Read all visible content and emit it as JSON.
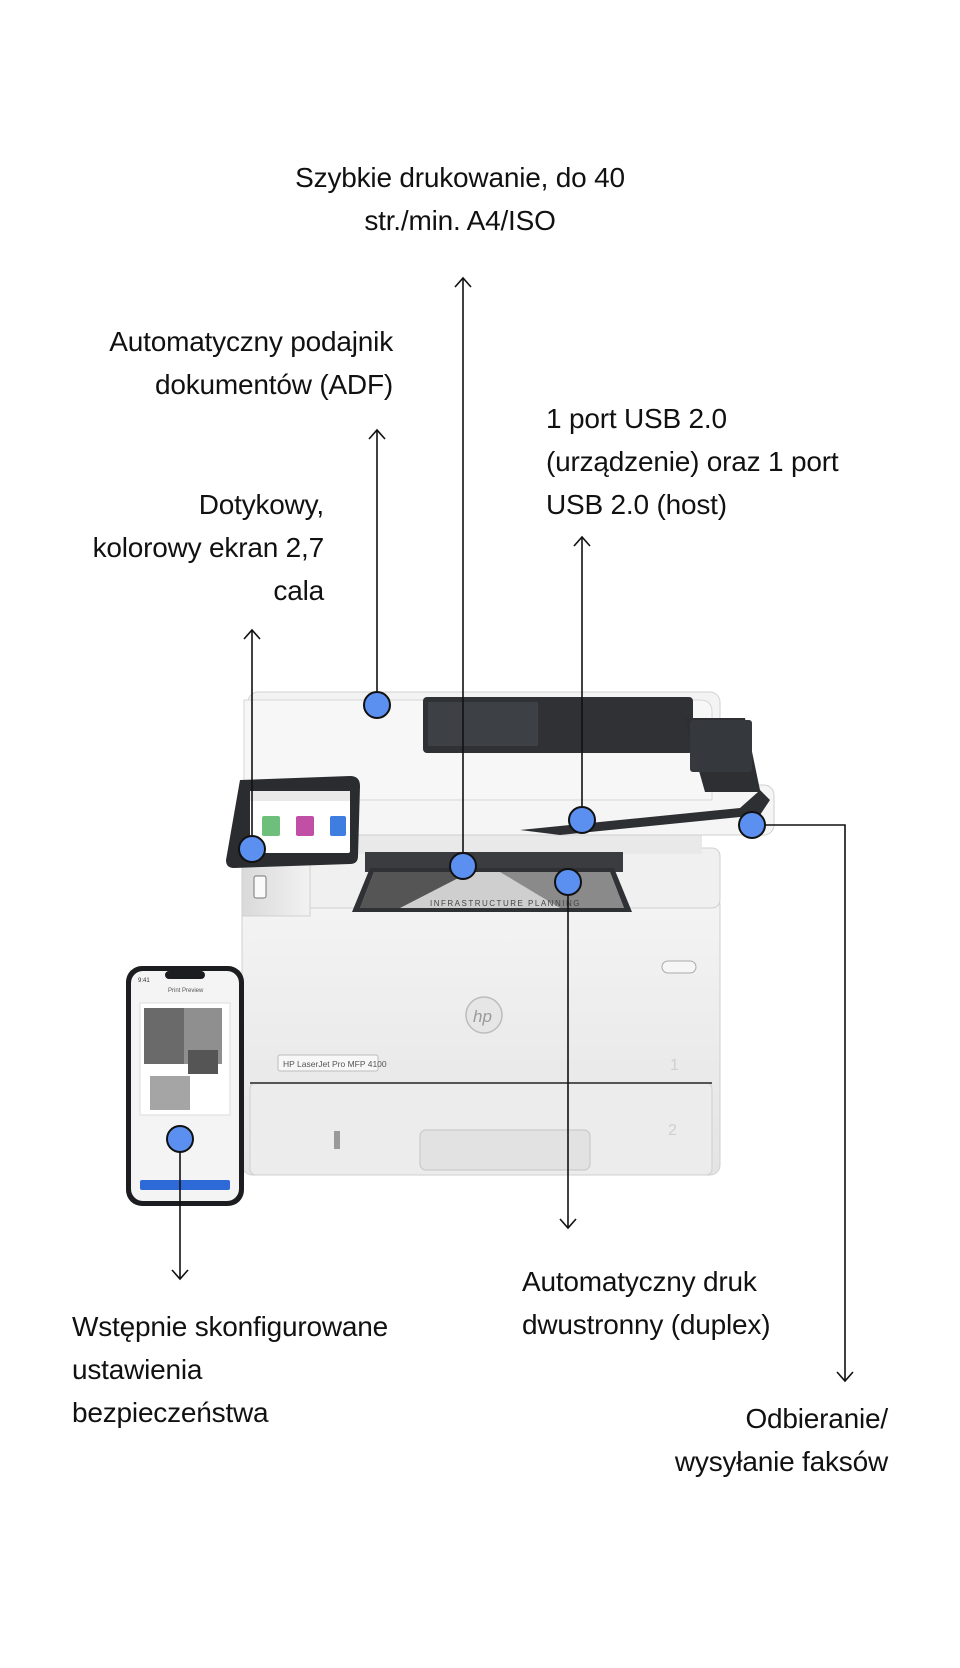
{
  "callouts": {
    "speed": [
      "Szybkie drukowanie, do 40",
      "str./min. A4/ISO"
    ],
    "adf": [
      "Automatyczny podajnik",
      "dokumentów (ADF)"
    ],
    "usb": [
      "1 port USB 2.0",
      "(urządzenie) oraz 1 port",
      "USB 2.0 (host)"
    ],
    "screen": [
      "Dotykowy,",
      "kolorowy ekran 2,7",
      "cala"
    ],
    "security": [
      "Wstępnie skonfigurowane",
      "ustawienia",
      "bezpieczeństwa"
    ],
    "duplex": [
      "Automatyczny druk",
      "dwustronny (duplex)"
    ],
    "fax": [
      "Odbieranie/",
      "wysyłanie faksów"
    ]
  },
  "device": {
    "model_label": "HP LaserJet Pro MFP 4100",
    "brand": "hp",
    "tray_print_text": "INFRASTRUCTURE PLANNING",
    "phone_header": "Print Preview",
    "phone_time": "9:41"
  },
  "colors": {
    "dot": "#5b8ff0",
    "printer_body": "#eeeeee",
    "dark": "#2d2f33"
  }
}
